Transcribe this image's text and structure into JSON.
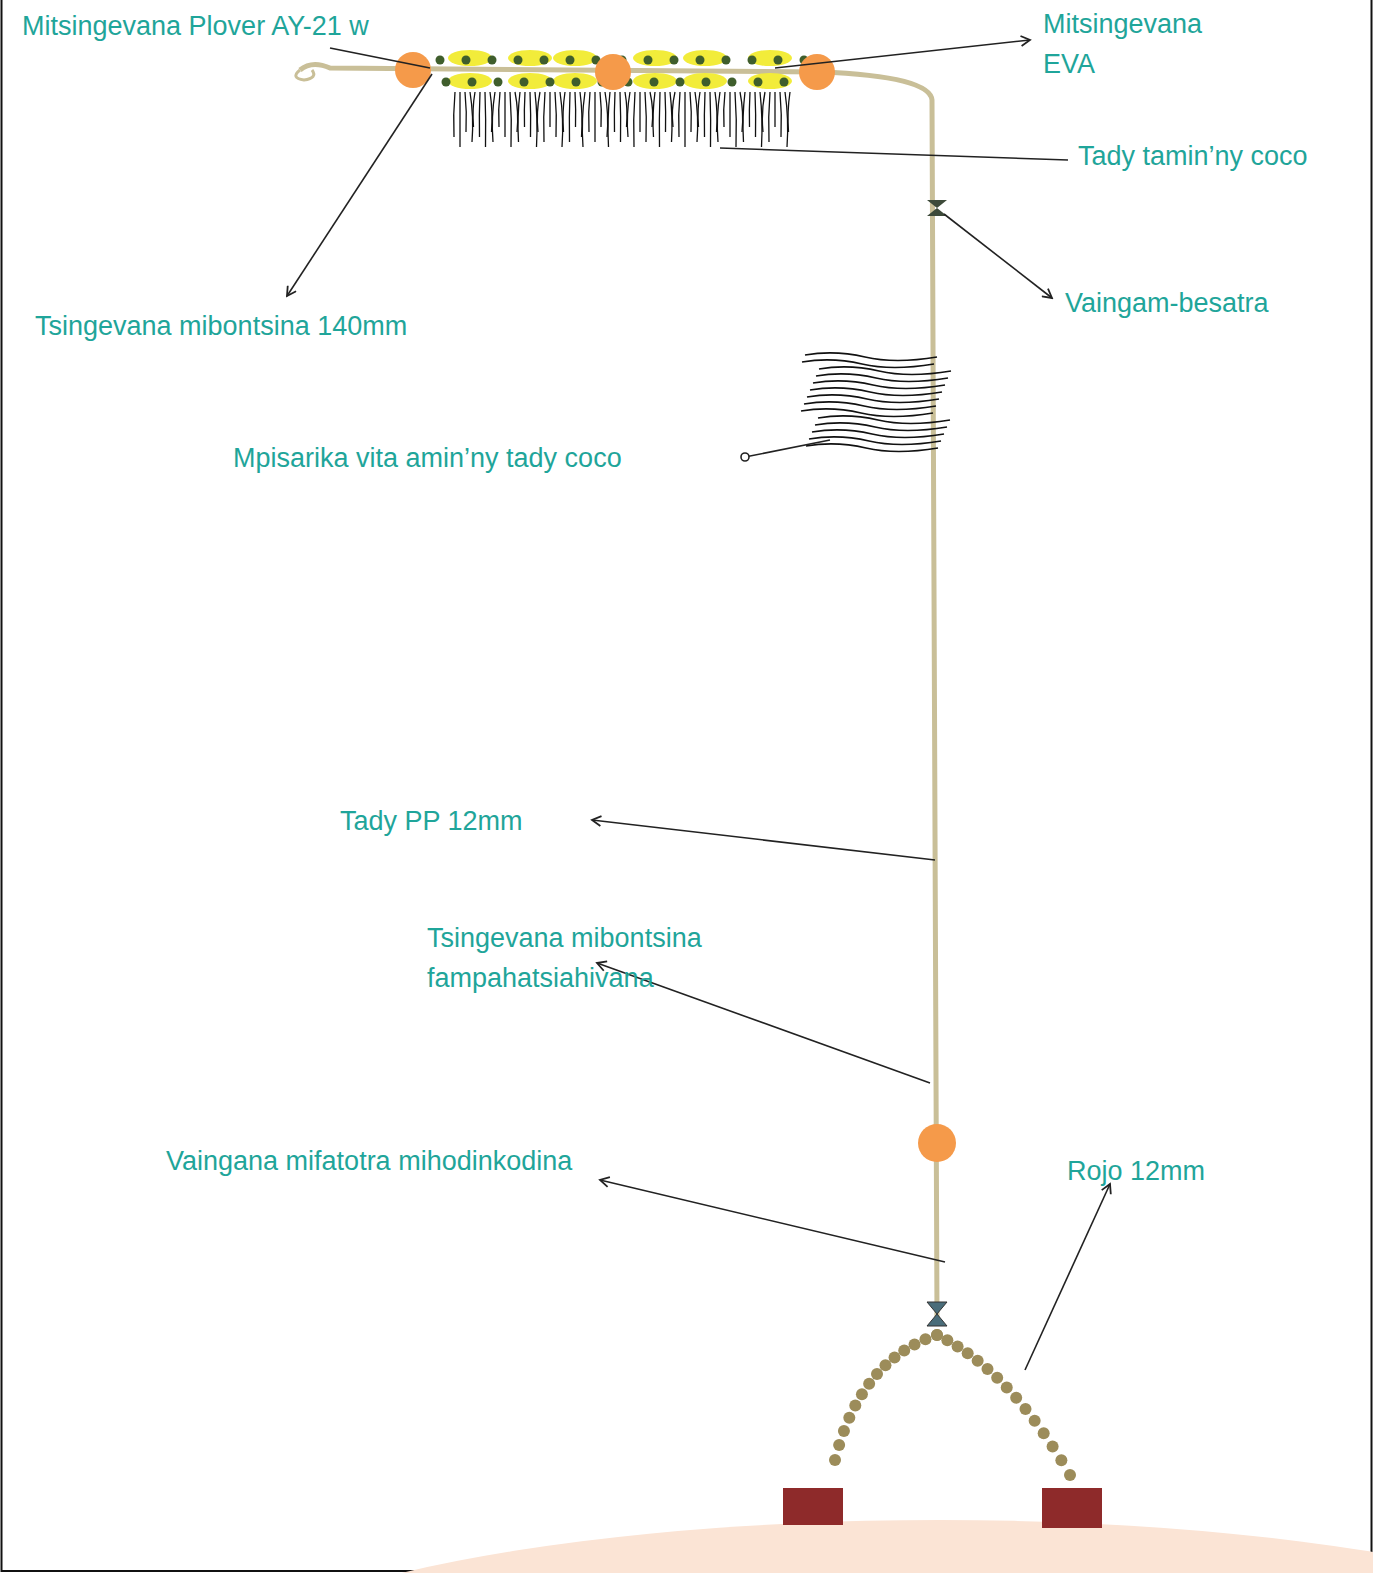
{
  "diagram": {
    "labels": [
      "Mitsingevana Plover AY-21 w",
      "Mitsingevana EVA",
      "Tady tamin’ny coco",
      "Tsingevana mibontsina 140mm",
      "Vaingam-besatra",
      "Mpisarika vita amin’ny tady coco",
      "Tady PP 12mm",
      "Tsingevana mibontsina fampahatsiahivana",
      "Vaingana mifatotra mihodinkodina",
      "Rojo 12mm"
    ]
  }
}
